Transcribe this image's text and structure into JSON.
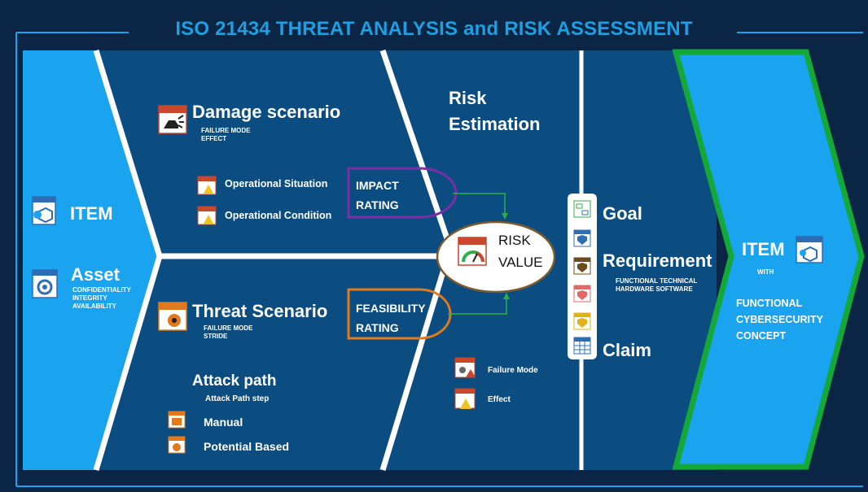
{
  "title": "ISO 21434 THREAT ANALYSIS and RISK ASSESSMENT",
  "colors": {
    "background": "#0b2544",
    "panel": "#0b4d80",
    "light_blue": "#1aa3ef",
    "green_border": "#13a838",
    "title_blue": "#1d9fe2",
    "impact_oval": "#7a2ea8",
    "feasibility_oval": "#e07a1c"
  },
  "left": {
    "item_label": "ITEM",
    "asset_label": "Asset",
    "asset_properties": [
      "CONFIDENTIALITY",
      "INTEGRITY",
      "AVAILABILITY"
    ]
  },
  "damage": {
    "title": "Damage scenario",
    "sub": [
      "FAILURE MODE",
      "EFFECT"
    ],
    "items": [
      "Operational Situation",
      "Operational Condition"
    ],
    "rating": [
      "IMPACT",
      "RATING"
    ]
  },
  "threat": {
    "title": "Threat Scenario",
    "sub": [
      "FAILURE MODE",
      "STRIDE"
    ],
    "rating": [
      "FEASIBILITY",
      "RATING"
    ],
    "attack_title": "Attack path",
    "attack_sub": "Attack Path step",
    "attack_items": [
      "Manual",
      "Potential Based"
    ]
  },
  "risk": {
    "title": [
      "Risk",
      "Estimation"
    ],
    "value": [
      "RISK",
      "VALUE"
    ],
    "legend": [
      "Failure Mode",
      "Effect"
    ]
  },
  "goals": {
    "goal": "Goal",
    "requirement": "Requirement",
    "req_sub": [
      "FUNCTIONAL TECHNICAL",
      "HARDWARE SOFTWARE"
    ],
    "claim": "Claim"
  },
  "output": {
    "item": "ITEM",
    "with": "WITH",
    "concept": [
      "FUNCTIONAL",
      "CYBERSECURITY",
      "CONCEPT"
    ]
  }
}
